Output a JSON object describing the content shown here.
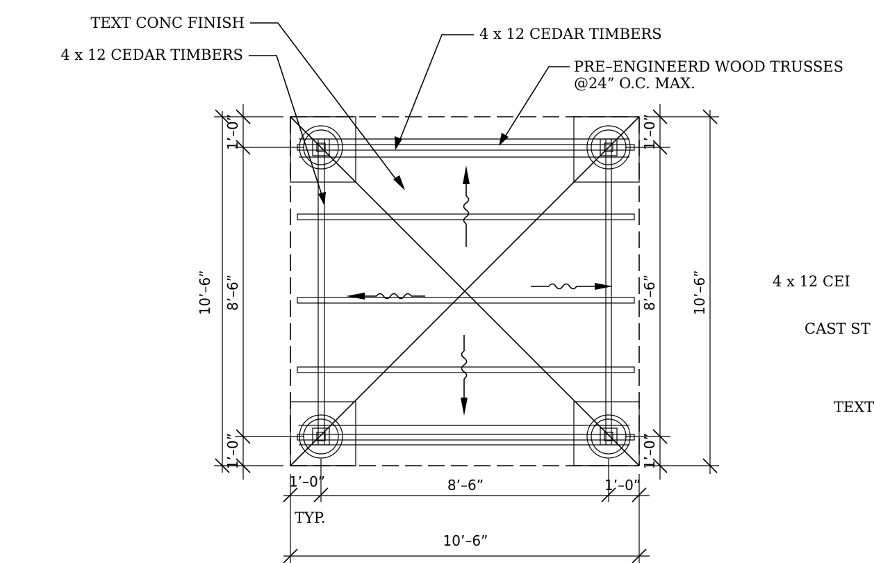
{
  "callouts": {
    "text_conc_finish": "TEXT CONC FINISH",
    "cedar_timbers_top": "4 x 12 CEDAR TIMBERS",
    "cedar_timbers_left": "4 x 12 CEDAR TIMBERS",
    "trusses_line1": "PRE–ENGINEERD WOOD TRUSSES",
    "trusses_line2": "@24” O.C. MAX."
  },
  "right_notes": {
    "cedar_partial": "4 x 12 CEI",
    "cast_partial": "CAST ST",
    "text_partial": "TEXT"
  },
  "dimensions": {
    "overall_vertical_left": "10’–6”",
    "inner_vertical_left": "8’–6”",
    "inner_vertical_right": "8’–6”",
    "overall_vertical_right": "10’–6”",
    "top_left_offset": "1’–0”",
    "bottom_left_offset": "1’–0”",
    "top_right_offset": "1’–0”",
    "bottom_right_offset": "1’–0”",
    "bottom_left_horizontal": "1’–0”",
    "bottom_middle_horizontal": "8’–6”",
    "bottom_right_horizontal": "1’–0”",
    "typ_note": "TYP.",
    "overall_horizontal": "10’–6”"
  }
}
